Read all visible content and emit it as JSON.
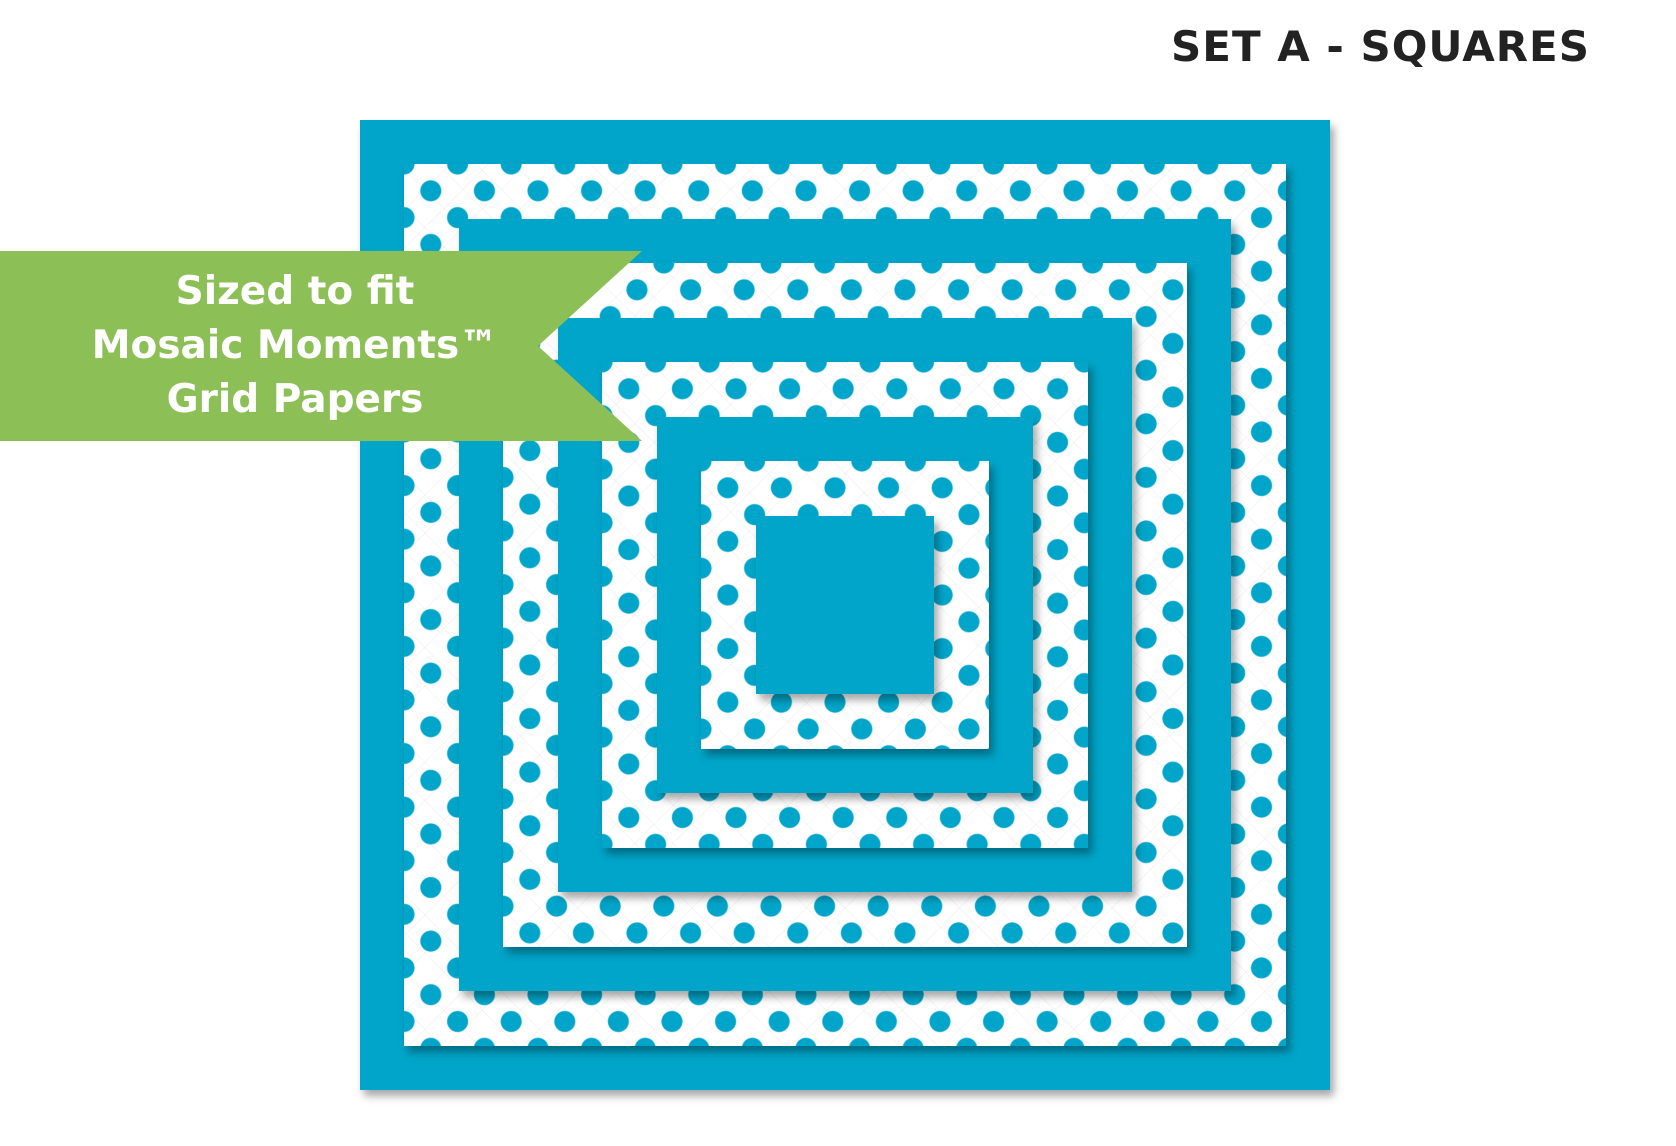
{
  "header": {
    "title": "SET A - SQUARES"
  },
  "banner": {
    "line1": "Sized to fit",
    "line2": "Mosaic Moments™",
    "line3": "Grid Papers"
  },
  "colors": {
    "accent": "#00a5c9",
    "banner": "#8dbf57",
    "title": "#222222",
    "dots_background": "#ffffff"
  },
  "squares": [
    {
      "name": "square-1",
      "pattern": "solid"
    },
    {
      "name": "square-2",
      "pattern": "polka-dot"
    },
    {
      "name": "square-3",
      "pattern": "solid"
    },
    {
      "name": "square-4",
      "pattern": "polka-dot"
    },
    {
      "name": "square-5",
      "pattern": "solid"
    },
    {
      "name": "square-6",
      "pattern": "polka-dot"
    },
    {
      "name": "square-7",
      "pattern": "solid"
    },
    {
      "name": "square-8",
      "pattern": "polka-dot"
    },
    {
      "name": "square-9",
      "pattern": "solid"
    }
  ]
}
